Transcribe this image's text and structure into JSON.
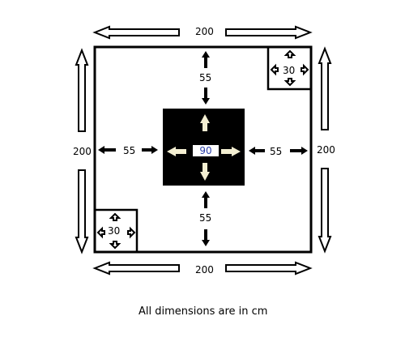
{
  "diagram": {
    "colors": {
      "outline": "#000000",
      "background": "#ffffff",
      "center_fill": "#000000",
      "center_arrow": "#f4efd2",
      "center_label": "#2b3fa8"
    },
    "labels": {
      "top_width": "200",
      "bottom_width": "200",
      "left_height": "200",
      "right_height": "200",
      "gap_top": "55",
      "gap_bottom": "55",
      "gap_left": "55",
      "gap_right": "55",
      "center_size": "90",
      "corner_top_right": "30",
      "corner_bottom_left": "30"
    },
    "note": "All dimensions are in cm"
  }
}
